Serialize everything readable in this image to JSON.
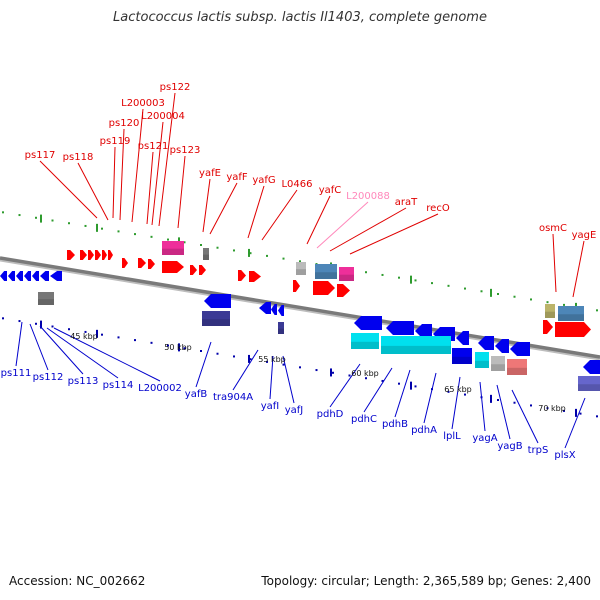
{
  "title": "Lactococcus lactis subsp. lactis Il1403, complete genome",
  "footer": {
    "accession": "Accession: NC_002662",
    "topology": "Topology: circular; Length: 2,365,589 bp; Genes: 2,400"
  },
  "colors": {
    "forward_label": "#e00000",
    "reverse_label": "#0000cc",
    "pale_label": "#ff88bb",
    "backbone": "#7a7a7a",
    "forward_tick": "#2e9b2e",
    "reverse_tick": "#0000aa",
    "forward_arrow": "#ff0000",
    "reverse_arrow": "#0000ee"
  },
  "scale_labels": [
    "45 kbp",
    "50 kbp",
    "55 kbp",
    "60 kbp",
    "65 kbp",
    "70 kbp"
  ],
  "forward_genes": [
    {
      "name": "ps117"
    },
    {
      "name": "ps118"
    },
    {
      "name": "ps119"
    },
    {
      "name": "ps120"
    },
    {
      "name": "L200003"
    },
    {
      "name": "ps121"
    },
    {
      "name": "L200004"
    },
    {
      "name": "ps122"
    },
    {
      "name": "ps123"
    },
    {
      "name": "yafE"
    },
    {
      "name": "yafF"
    },
    {
      "name": "yafG"
    },
    {
      "name": "L0466"
    },
    {
      "name": "yafC"
    },
    {
      "name": "L200088",
      "pale": true
    },
    {
      "name": "araT"
    },
    {
      "name": "recO"
    },
    {
      "name": "osmC"
    },
    {
      "name": "yagE"
    }
  ],
  "reverse_genes": [
    {
      "name": "ps111"
    },
    {
      "name": "ps112"
    },
    {
      "name": "ps113"
    },
    {
      "name": "ps114"
    },
    {
      "name": "L200002"
    },
    {
      "name": "yafB"
    },
    {
      "name": "tra904A"
    },
    {
      "name": "yafI"
    },
    {
      "name": "yafJ"
    },
    {
      "name": "pdhD"
    },
    {
      "name": "pdhC"
    },
    {
      "name": "pdhB"
    },
    {
      "name": "pdhA"
    },
    {
      "name": "lplL"
    },
    {
      "name": "yagA"
    },
    {
      "name": "yagB"
    },
    {
      "name": "trpS"
    },
    {
      "name": "plsX"
    }
  ]
}
